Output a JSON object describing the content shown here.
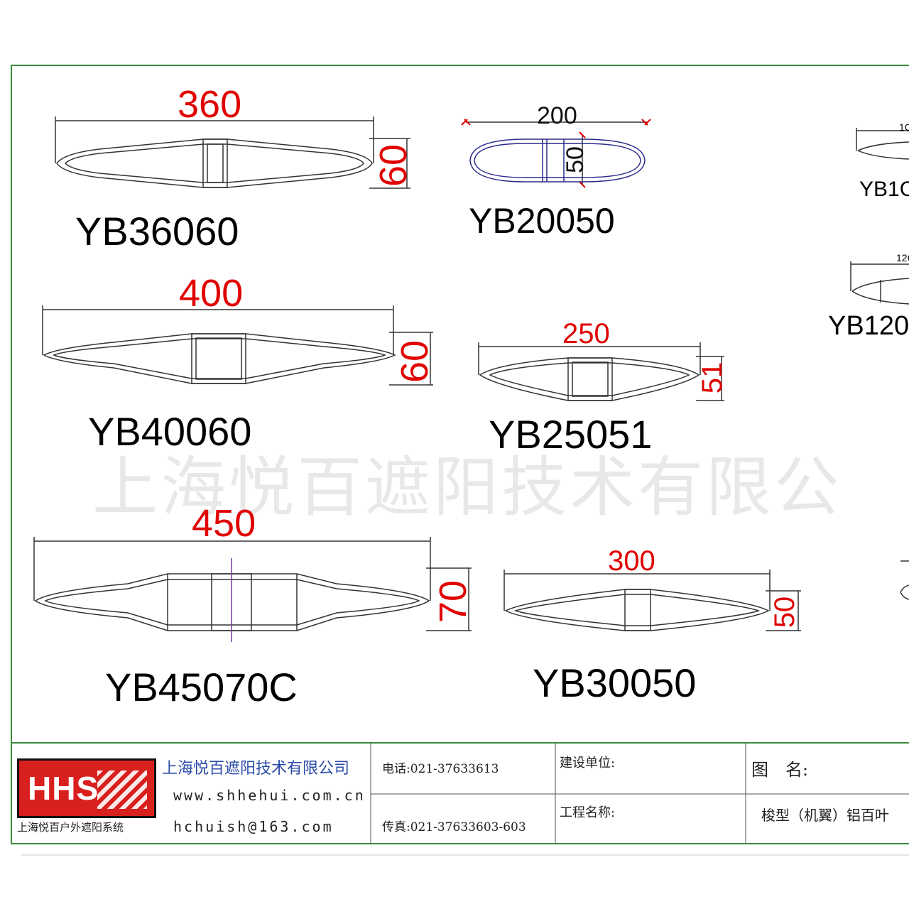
{
  "profiles": [
    {
      "model": "YB36060",
      "width": "360",
      "height": "60"
    },
    {
      "model": "YB20050",
      "width": "200",
      "height": "50"
    },
    {
      "model": "YB40060",
      "width": "400",
      "height": "60"
    },
    {
      "model": "YB25051",
      "width": "250",
      "height": "51"
    },
    {
      "model": "YB45070C",
      "width": "450",
      "height": "70"
    },
    {
      "model": "YB30050",
      "width": "300",
      "height": "50"
    }
  ],
  "partial_profiles": [
    {
      "model": "YB1C",
      "width": "1C"
    },
    {
      "model": "YB120",
      "width": "12C"
    }
  ],
  "watermark": "上海悦百遮阳技术有限公",
  "title_block": {
    "logo_text": "HHS",
    "logo_caption": "上海悦百户外遮阳系统",
    "company": "上海悦百遮阳技术有限公司",
    "website": "www.shhehui.com.cn",
    "email": "hchuish@163.com",
    "phone": "电话:021-37633613",
    "fax": "传真:021-37633603-603",
    "builder_label": "建设单位:",
    "project_label": "工程名称:",
    "drawing_name_label": "图　名:",
    "drawing_name": "梭型（机翼）铝百叶"
  }
}
